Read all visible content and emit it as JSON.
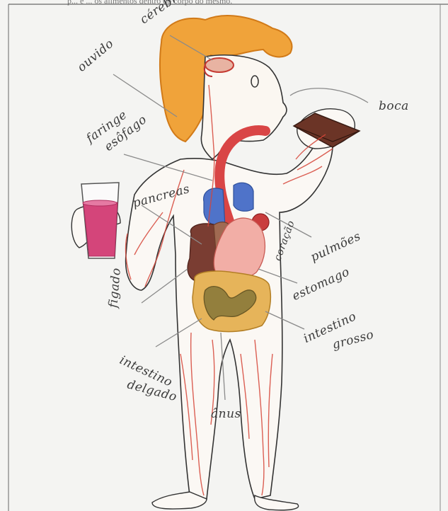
{
  "header": {
    "text": "p... e ... os alimentos dentro do corpo do mesmo."
  },
  "labels": {
    "cerebro": "cérebro",
    "ouvido": "ouvido",
    "faringe": "faringe",
    "esofago": "esôfago",
    "boca": "boca",
    "pancreas": "pancreas",
    "figado": "figado",
    "coracao": "coração",
    "pulmoes": "pulmões",
    "estomago": "estomago",
    "intestino_grosso_1": "intestino",
    "intestino_grosso_2": "grosso",
    "intestino_delgado_1": "intestino",
    "intestino_delgado_2": "delgado",
    "anus": "ânus"
  }
}
